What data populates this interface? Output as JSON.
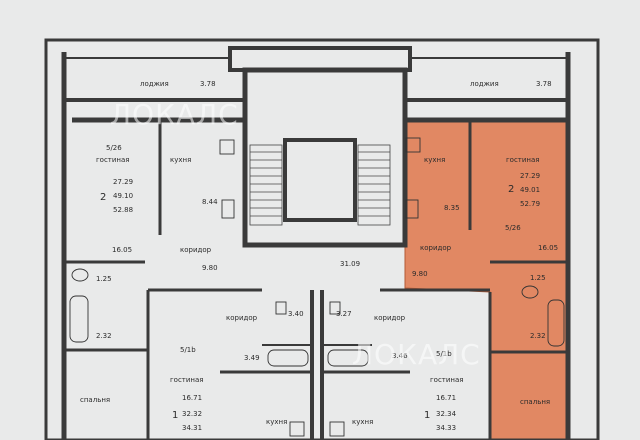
{
  "colors": {
    "background": "#e9eaea",
    "wall": "#3a3a3a",
    "highlight": "#e07f57",
    "watermark": "#ffffff"
  },
  "watermark": {
    "text": "ЛОКАЛС"
  },
  "loggias": [
    {
      "label": "лоджия",
      "area": "3.78"
    },
    {
      "label": "лоджия",
      "area": "3.78"
    }
  ],
  "staircase": {
    "hall_area": "31.09"
  },
  "apartments": {
    "top_left": {
      "code": "5/26",
      "living_label": "гостиная",
      "rooms": "2",
      "living_area": "27.29",
      "living_total": "49.10",
      "total": "52.88",
      "kitchen_label": "кухня",
      "kitchen_area": "8.44",
      "corridor_label": "коридор",
      "corridor_area": "9.80",
      "corridor2_area": "16.05",
      "bath_area": "1.25",
      "wc_area": "2.32",
      "bedroom_label": "спальня"
    },
    "top_right": {
      "code": "5/26",
      "living_label": "гостиная",
      "rooms": "2",
      "living_area": "27.29",
      "living_total": "49.01",
      "total": "52.79",
      "kitchen_label": "кухня",
      "kitchen_area": "8.35",
      "corridor_label": "коридор",
      "corridor_area": "9.80",
      "corridor2_area": "16.05",
      "bath_area": "1.25",
      "wc_area": "2.32",
      "bedroom_label": "спальня"
    },
    "bottom_left": {
      "code": "5/1b",
      "living_label": "гостиная",
      "rooms": "1",
      "living_area": "16.71",
      "living_total": "32.32",
      "total": "34.31",
      "kitchen_label": "кухня",
      "corridor_label": "коридор",
      "corridor_area": "3.49",
      "bath_area": "3.40"
    },
    "bottom_right": {
      "code": "5/1b",
      "living_label": "гостиная",
      "rooms": "1",
      "living_area": "16.71",
      "living_total": "32.34",
      "total": "34.33",
      "kitchen_label": "кухня",
      "corridor_label": "коридор",
      "corridor_area": "3.46",
      "bath_area": "3.27"
    }
  }
}
